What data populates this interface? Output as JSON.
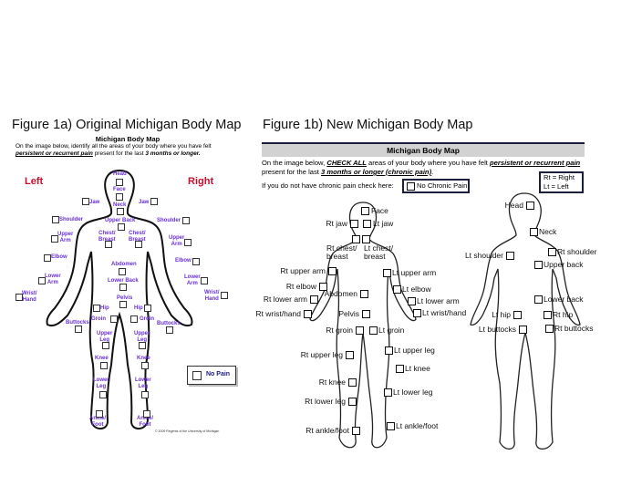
{
  "fig_a": {
    "title": "Figure 1a)  Original Michigan Body Map",
    "subtitle": "Michigan Body Map",
    "instr_1": "On the image below, identify all the areas of your body where you have felt",
    "instr_2a": "persistent or recurrent pain",
    "instr_2b": " present for the last ",
    "instr_2c": "3 months or longer.",
    "left": "Left",
    "right": "Right",
    "no_pain": "No Pain",
    "copyright": "© 2009 Regents of the University of Michigan",
    "regions": [
      "Head",
      "Face",
      "Jaw",
      "Neck",
      "Jaw",
      "Shoulder",
      "Upper Back",
      "Shoulder",
      "Upper\nArm",
      "Chest/\nBreast",
      "Chest/\nBreast",
      "Upper\nArm",
      "Elbow",
      "Abdomen",
      "Elbow",
      "Lower\nArm",
      "Lower Back",
      "Lower\nArm",
      "Wrist/\nHand",
      "Wrist/\nHand",
      "Pelvis",
      "Hip",
      "Hip",
      "Groin",
      "Groin",
      "Buttocks",
      "Buttocks",
      "Upper\nLeg",
      "Upper\nLeg",
      "Knee",
      "Knee",
      "Lower\nLeg",
      "Lower\nLeg",
      "Ankle/\nFoot",
      "Ankle/\nFoot"
    ],
    "colors": {
      "label": "#6a2fd6",
      "side": "#c8102e"
    }
  },
  "fig_b": {
    "title": "Figure 1b)  New Michigan Body Map",
    "header": "Michigan Body Map",
    "instr_1a": "On the image below, ",
    "instr_1b": "CHECK ALL",
    "instr_1c": " areas of your body where you have felt ",
    "instr_1d": "persistent or recurrent pain",
    "instr_2a": "present for the last ",
    "instr_2b": "3 months or longer (chronic pain)",
    "instr_2c": ".",
    "no_pain_prompt": "If you do not have chronic pain check here:",
    "no_chronic_pain": "No Chronic Pain",
    "legend_rt": "Rt = Right",
    "legend_lt": "Lt = Left",
    "front_regions": [
      "Face",
      "Rt jaw",
      "Lt jaw",
      "Rt chest/\nbreast",
      "Lt chest/\nbreast",
      "Rt upper arm",
      "Lt upper arm",
      "Rt elbow",
      "Lt elbow",
      "Rt lower arm",
      "Lt lower arm",
      "Abdomen",
      "Rt wrist/hand",
      "Lt wrist/hand",
      "Pelvis",
      "Rt groin",
      "Lt groin",
      "Rt upper leg",
      "Lt upper leg",
      "Lt knee",
      "Rt knee",
      "Rt lower leg",
      "Lt lower leg",
      "Lt ankle/foot",
      "Rt ankle/foot"
    ],
    "back_regions": [
      "Head",
      "Neck",
      "Rt shoulder",
      "Lt shoulder",
      "Upper back",
      "Lower back",
      "Lt hip",
      "Rt hip",
      "Lt buttocks",
      "Rt buttocks"
    ]
  }
}
